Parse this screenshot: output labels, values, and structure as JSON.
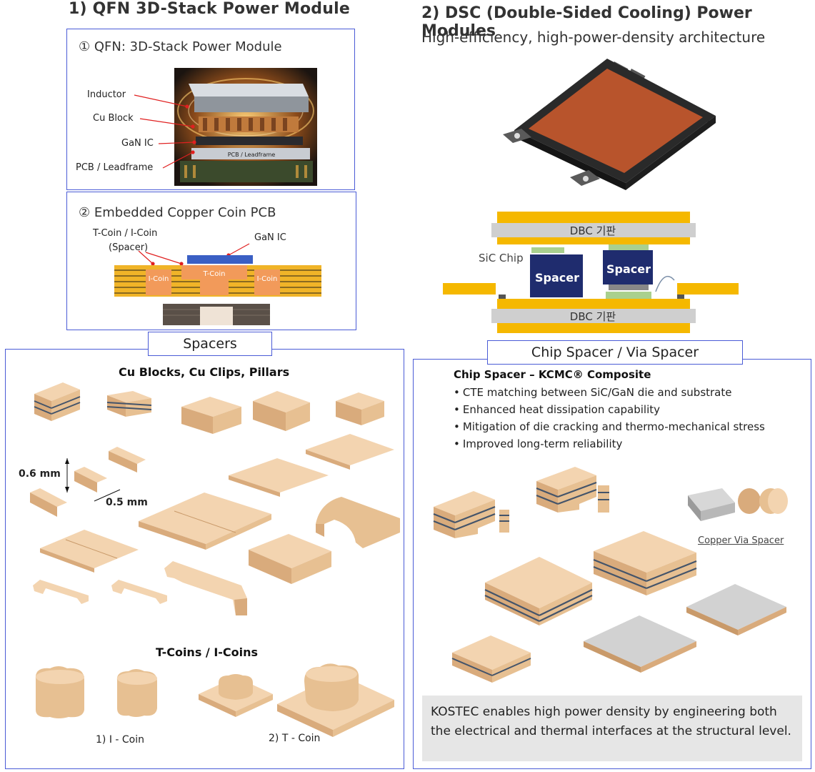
{
  "left": {
    "title": "1)  QFN 3D-Stack Power Module",
    "qfn_box": {
      "heading": "① QFN: 3D-Stack Power Module",
      "labels": [
        "Inductor",
        "Cu Block",
        "GaN IC",
        "PCB / Leadframe"
      ],
      "inner_label": "PCB / Leadframe"
    },
    "coin_box": {
      "heading": "② Embedded Copper Coin PCB",
      "label_tcoin": "T-Coin / I-Coin",
      "label_spacer": "(Spacer)",
      "label_gan": "GaN IC",
      "coins": [
        "I-Coin",
        "T-Coin",
        "I-Coin"
      ]
    },
    "spacers_tag": "Spacers",
    "spacers_box": {
      "heading": "Cu Blocks, Cu Clips, Pillars",
      "dim_height": "0.6 mm",
      "dim_width": "0.5 mm",
      "coins_heading": "T-Coins / I-Coins",
      "caption_icoin": "1) I - Coin",
      "caption_tcoin": "2) T - Coin"
    }
  },
  "right": {
    "title": "2) DSC (Double-Sided Cooling) Power Modules",
    "subtitle": "High-efficiency, high-power-density architecture",
    "dsc_diagram": {
      "dbc_top": "DBC 기판",
      "dbc_bottom": "DBC 기판",
      "sic_chip": "SiC Chip",
      "spacer_a": "Spacer",
      "spacer_b": "Spacer"
    },
    "chip_tag": "Chip Spacer / Via Spacer",
    "chip_box": {
      "heading": "Chip Spacer – KCMC® Composite",
      "bullets": [
        "CTE matching between SiC/GaN die and substrate",
        "Enhanced heat dissipation capability",
        "Mitigation of die cracking and thermo-mechanical stress",
        "Improved long-term reliability"
      ],
      "via_caption": "Copper Via Spacer",
      "note": "KOSTEC enables high power density by engineering both the electrical and thermal interfaces at the structural level."
    }
  },
  "colors": {
    "box_border": "#4a5bd6",
    "copper": "#e8c29a",
    "copper_dark": "#c99a6a",
    "dbc_yellow": "#f5b800",
    "dbc_gray": "#cfcfcf",
    "spacer_navy": "#1f2c6e",
    "sic_green": "#a9d08e"
  }
}
